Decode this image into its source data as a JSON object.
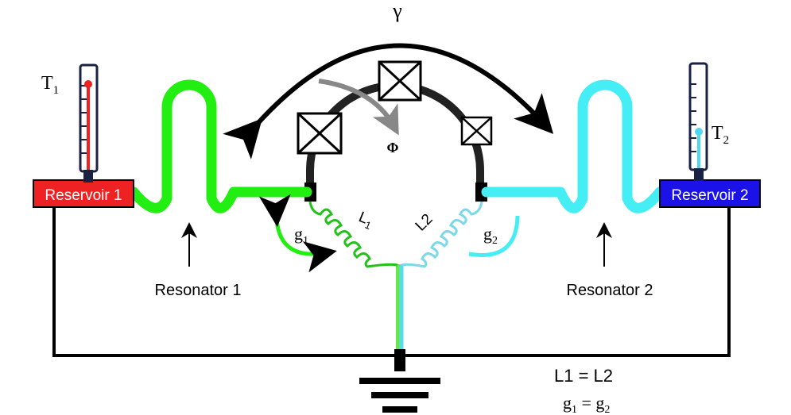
{
  "labels": {
    "gamma": "γ",
    "phi": "Φ",
    "t1_main": "T",
    "t1_sub": "1",
    "t2_main": "T",
    "t2_sub": "2",
    "reservoir1": "Reservoir 1",
    "reservoir2": "Reservoir 2",
    "resonator1": "Resonator 1",
    "resonator2": "Resonator 2",
    "g1_main": "g",
    "g1_sub": "1",
    "g2_main": "g",
    "g2_sub": "2",
    "l1_main": "L",
    "l1_sub": "1",
    "l2": "L2",
    "eq1": "L1 = L2",
    "eq2_a": "g",
    "eq2_a_sub": "1",
    "eq2_mid": " = ",
    "eq2_b": "g",
    "eq2_b_sub": "2"
  },
  "colors": {
    "hot": "#ee2222",
    "cold": "#1a12e6",
    "green": "#22ee11",
    "cyan": "#44eef4",
    "wire": "#000000",
    "ring": "#222222",
    "phi_arrow": "#888888"
  }
}
